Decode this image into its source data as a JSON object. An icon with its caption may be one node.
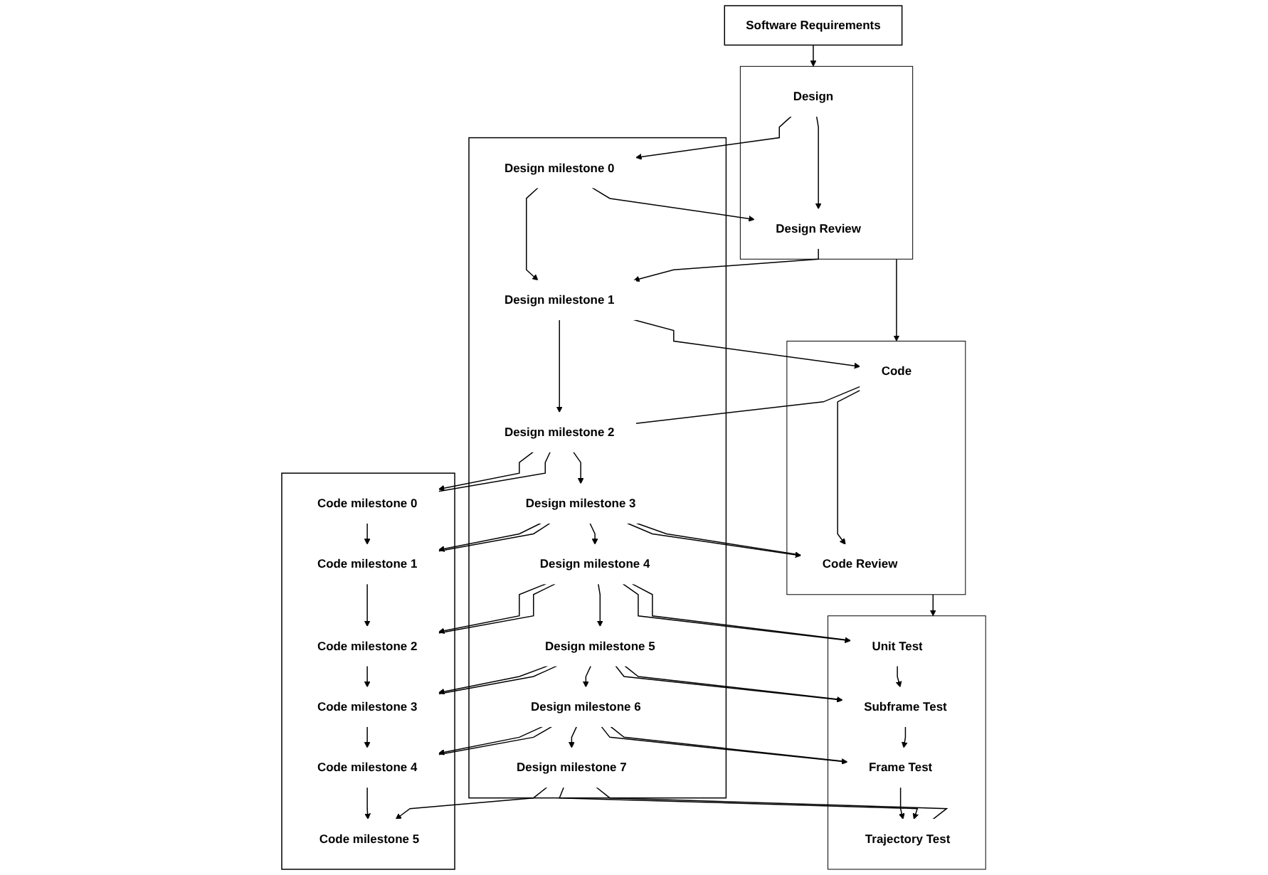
{
  "diagram": {
    "nodes": [
      {
        "text": [
          "Software Requirements"
        ]
      },
      {
        "text": [],
        "shape": "box"
      },
      {
        "text": [
          "Design"
        ],
        "in": 1
      },
      {
        "text": [
          "Design Review"
        ],
        "in": 1
      },
      {
        "text": [],
        "shape": "box"
      },
      {
        "text": [
          "Code"
        ],
        "in": 4
      },
      {
        "text": [
          "Code Review"
        ],
        "in": 4
      },
      {
        "text": [],
        "shape": "box"
      },
      {
        "text": [
          "Unit Test"
        ],
        "in": 7
      },
      {
        "text": [
          "Subframe Test"
        ],
        "in": 7
      },
      {
        "text": [
          "Frame Test"
        ],
        "in": 7
      },
      {
        "text": [
          "Trajectory Test"
        ],
        "in": 7
      },
      {
        "text": [],
        "shape": "box"
      },
      {
        "text": [
          "Design milestone 0"
        ],
        "in": 12
      },
      {
        "text": [
          "Design milestone 1"
        ],
        "in": 12
      },
      {
        "text": [
          "Design milestone 2"
        ],
        "in": 12
      },
      {
        "text": [
          "Design milestone 3"
        ],
        "in": 12
      },
      {
        "text": [
          "Design milestone 4"
        ],
        "in": 12
      },
      {
        "text": [
          "Design milestone 5"
        ],
        "in": 12
      },
      {
        "text": [
          "Design milestone 6"
        ],
        "in": 12
      },
      {
        "text": [
          "Design milestone 7"
        ],
        "in": 12
      },
      {
        "text": [],
        "shape": "box"
      },
      {
        "text": [
          "Code milestone 0"
        ],
        "in": 21
      },
      {
        "text": [
          "Code milestone 1"
        ],
        "in": 21
      },
      {
        "text": [
          "Code milestone 2"
        ],
        "in": 21
      },
      {
        "text": [
          "Code milestone 3"
        ],
        "in": 21
      },
      {
        "text": [
          "Code milestone 4"
        ],
        "in": 21
      },
      {
        "text": [
          "Code milestone 5"
        ],
        "in": 21
      }
    ],
    "edges": [
      {
        "from": 0,
        "to": 1,
        "arrow": "to"
      },
      {
        "from": 2,
        "to": 3,
        "arrow": "to"
      },
      {
        "from": 1,
        "to": 4,
        "arrow": "to"
      },
      {
        "from": 5,
        "to": 6,
        "arrow": "to"
      },
      {
        "from": 4,
        "to": 7,
        "arrow": "to"
      },
      {
        "from": 8,
        "to": 9,
        "arrow": "to"
      },
      {
        "from": 9,
        "to": 10,
        "arrow": "to"
      },
      {
        "from": 10,
        "to": 11,
        "arrow": "to"
      },
      {
        "from": 13,
        "to": 14,
        "arrow": "to"
      },
      {
        "from": 14,
        "to": 15,
        "arrow": "to"
      },
      {
        "from": 15,
        "to": 16,
        "arrow": "to"
      },
      {
        "from": 16,
        "to": 17,
        "arrow": "to"
      },
      {
        "from": 17,
        "to": 18,
        "arrow": "to"
      },
      {
        "from": 18,
        "to": 19,
        "arrow": "to"
      },
      {
        "from": 19,
        "to": 20,
        "arrow": "to"
      },
      {
        "from": 22,
        "to": 23,
        "arrow": "to"
      },
      {
        "from": 23,
        "to": 24,
        "arrow": "to"
      },
      {
        "from": 24,
        "to": 25,
        "arrow": "to"
      },
      {
        "from": 25,
        "to": 26,
        "arrow": "to"
      },
      {
        "from": 26,
        "to": 27,
        "arrow": "to"
      },
      {
        "from": 2,
        "to": 13,
        "arrow": "to"
      },
      {
        "from": 13,
        "to": 3,
        "arrow": "to"
      },
      {
        "from": 3,
        "to": 14,
        "arrow": "to"
      },
      {
        "from": 14,
        "to": 5,
        "arrow": "to"
      },
      {
        "from": 5,
        "to": 15,
        "arrow": "none"
      },
      {
        "from": 16,
        "to": 6,
        "arrow": "to"
      },
      {
        "from": 6,
        "to": 16,
        "arrow": "none"
      },
      {
        "from": 17,
        "to": 8,
        "arrow": "to"
      },
      {
        "from": 8,
        "to": 17,
        "arrow": "none"
      },
      {
        "from": 18,
        "to": 9,
        "arrow": "to"
      },
      {
        "from": 9,
        "to": 18,
        "arrow": "none"
      },
      {
        "from": 19,
        "to": 10,
        "arrow": "to"
      },
      {
        "from": 10,
        "to": 19,
        "arrow": "none"
      },
      {
        "from": 20,
        "to": 11,
        "arrow": "to"
      },
      {
        "from": 11,
        "to": 20,
        "arrow": "none"
      },
      {
        "from": 15,
        "to": 22,
        "arrow": "to"
      },
      {
        "from": 22,
        "to": 15,
        "arrow": "none"
      },
      {
        "from": 16,
        "to": 23,
        "arrow": "to"
      },
      {
        "from": 23,
        "to": 16,
        "arrow": "none"
      },
      {
        "from": 17,
        "to": 24,
        "arrow": "to"
      },
      {
        "from": 24,
        "to": 17,
        "arrow": "none"
      },
      {
        "from": 18,
        "to": 25,
        "arrow": "to"
      },
      {
        "from": 25,
        "to": 18,
        "arrow": "none"
      },
      {
        "from": 19,
        "to": 26,
        "arrow": "to"
      },
      {
        "from": 26,
        "to": 19,
        "arrow": "none"
      },
      {
        "from": 20,
        "to": 27,
        "arrow": "to"
      }
    ]
  }
}
